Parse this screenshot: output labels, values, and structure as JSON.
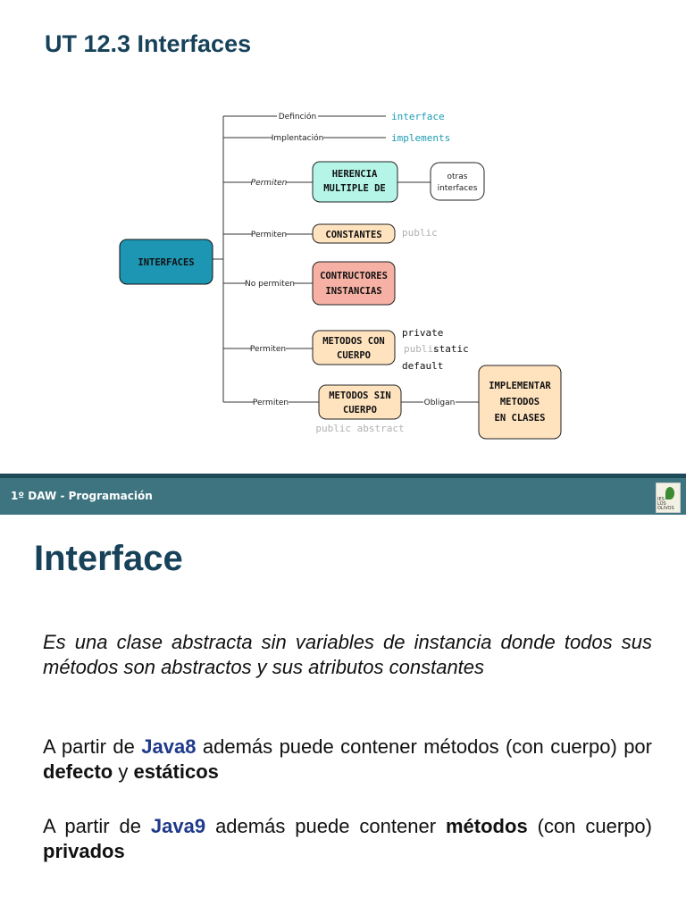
{
  "title": "UT 12.3 Interfaces",
  "diagram": {
    "root": "INTERFACES",
    "edges": [
      {
        "label": "Definción",
        "target": "interface"
      },
      {
        "label": "Implentación",
        "target": "implements"
      },
      {
        "label": "Permiten",
        "node": "HERENCIA\nMULTIPLE DE",
        "extra": "otras\ninterfaces"
      },
      {
        "label": "Permiten",
        "node": "CONSTANTES",
        "note": "public"
      },
      {
        "label": "No permiten",
        "node": "CONTRUCTORES\nINSTANCIAS"
      },
      {
        "label": "Permiten",
        "node": "METODOS CON\nCUERPO",
        "modifiers": [
          "private",
          "public",
          "static",
          "default"
        ]
      },
      {
        "label": "Permiten",
        "node": "METODOS SIN\nCUERPO",
        "note": "public abstract",
        "obligan_label": "Obligan",
        "obligan_node": "IMPLEMENTAR\nMETODOS\nEN CLASES"
      }
    ],
    "colors": {
      "root": "#1d96b4",
      "herencia": "#b4f5e8",
      "constantes": "#ffe3bf",
      "contructores": "#f6b1a4",
      "metodos": "#ffe3bf",
      "keyword": "#1e9bb3",
      "muted": "#b0b0b0"
    }
  },
  "band": {
    "text": "1º DAW -  Programación",
    "logo_text": "IES\nLOS OLIVOS"
  },
  "section": {
    "title": "Interface",
    "p1": "Es una clase abstracta sin variables de instancia donde todos sus métodos son abstractos y sus atributos constantes",
    "p2": {
      "a": "A partir de ",
      "b": "Java8",
      "c": " además puede contener métodos (con cuerpo)  por ",
      "d": "defecto",
      "e": " y  ",
      "f": "estáticos"
    },
    "p3": {
      "a": "A partir de ",
      "b": "Java9",
      "c": " además puede contener ",
      "d": "métodos",
      "e": " (con cuerpo) ",
      "f": "privados"
    }
  }
}
